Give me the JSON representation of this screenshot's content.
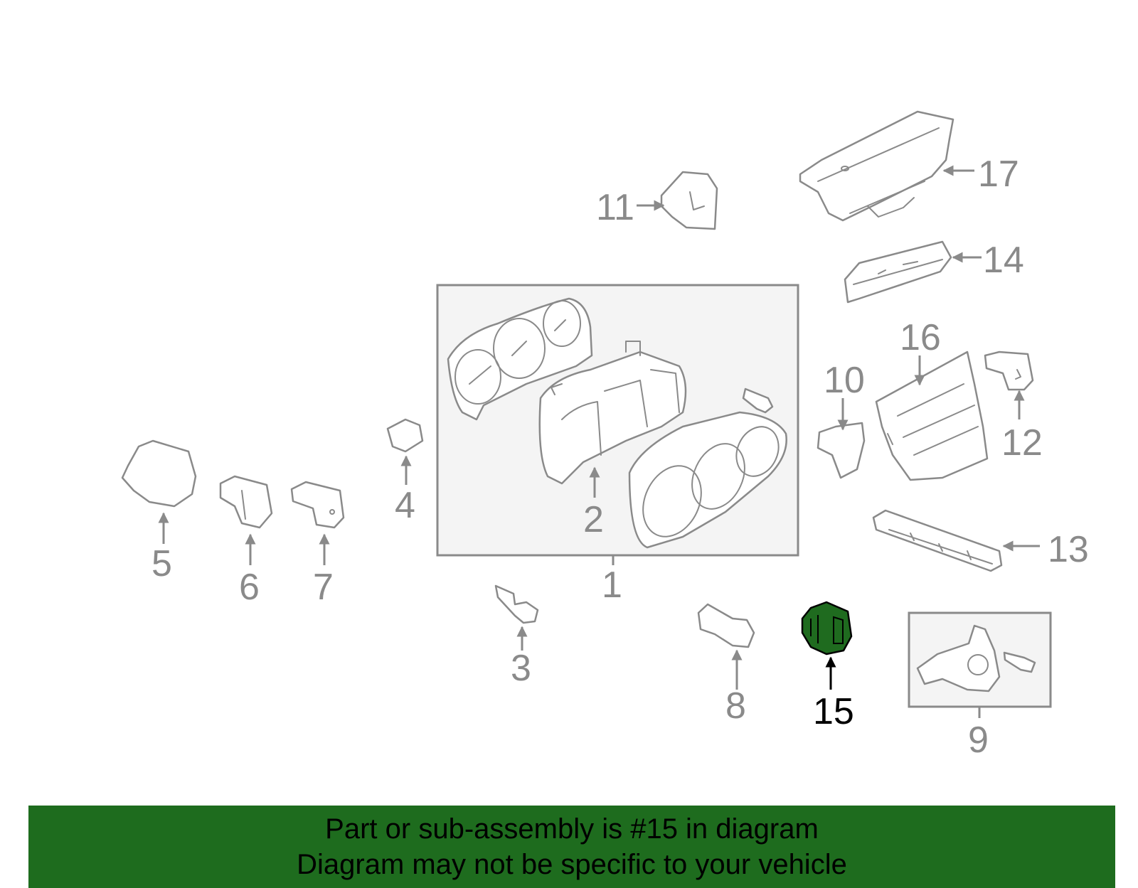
{
  "diagram": {
    "highlight_color": "#1e6c1e",
    "selected_part": "15",
    "labels": {
      "p1": "1",
      "p2": "2",
      "p3": "3",
      "p4": "4",
      "p5": "5",
      "p6": "6",
      "p7": "7",
      "p8": "8",
      "p9": "9",
      "p10": "10",
      "p11": "11",
      "p12": "12",
      "p13": "13",
      "p14": "14",
      "p15": "15",
      "p16": "16",
      "p17": "17"
    }
  },
  "banner": {
    "line1": "Part or sub-assembly is #15 in diagram",
    "line2": "Diagram may not be specific to your vehicle"
  }
}
